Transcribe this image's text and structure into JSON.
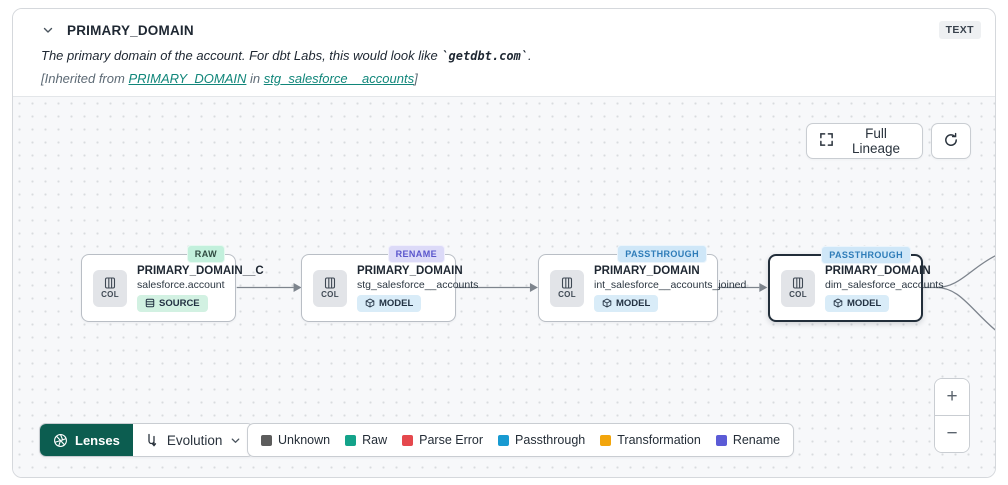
{
  "header": {
    "title": "PRIMARY_DOMAIN",
    "type_badge": "TEXT",
    "description": {
      "prefix": "The primary domain of the account. For dbt Labs, this would look like ",
      "code": "`getdbt.com`",
      "suffix": "."
    },
    "inherited": {
      "prefix": "[Inherited from ",
      "link_column": "PRIMARY_DOMAIN",
      "middle": " in ",
      "link_model": "stg_salesforce__accounts",
      "suffix": "]"
    }
  },
  "toolbar": {
    "full_lineage_label": "Full Lineage"
  },
  "graph": {
    "nodes": [
      {
        "tag": "RAW",
        "chip": "COL",
        "title": "PRIMARY_DOMAIN__C",
        "subtitle": "salesforce.account",
        "badge": "SOURCE",
        "selected": false
      },
      {
        "tag": "RENAME",
        "chip": "COL",
        "title": "PRIMARY_DOMAIN",
        "subtitle": "stg_salesforce__accounts",
        "badge": "MODEL",
        "selected": false
      },
      {
        "tag": "PASSTHROUGH",
        "chip": "COL",
        "title": "PRIMARY_DOMAIN",
        "subtitle": "int_salesforce__accounts_joined",
        "badge": "MODEL",
        "selected": false
      },
      {
        "tag": "PASSTHROUGH",
        "chip": "COL",
        "title": "PRIMARY_DOMAIN",
        "subtitle": "dim_salesforce_accounts",
        "badge": "MODEL",
        "selected": true
      }
    ]
  },
  "lenses": {
    "button_label": "Lenses",
    "selected_lens": "Evolution"
  },
  "legend": {
    "items": [
      {
        "label": "Unknown",
        "color": "#5c5c5c"
      },
      {
        "label": "Raw",
        "color": "#14a38a"
      },
      {
        "label": "Parse Error",
        "color": "#e5484d"
      },
      {
        "label": "Passthrough",
        "color": "#189ad1"
      },
      {
        "label": "Transformation",
        "color": "#f2a50c"
      },
      {
        "label": "Rename",
        "color": "#5b5bd6"
      }
    ]
  },
  "zoom_controls": {
    "zoom_in": "+",
    "zoom_out": "−"
  },
  "colors": {
    "lenses_green": "#0c5d50",
    "link_teal": "#11867a",
    "canvas_bg": "#f7f8fa"
  }
}
